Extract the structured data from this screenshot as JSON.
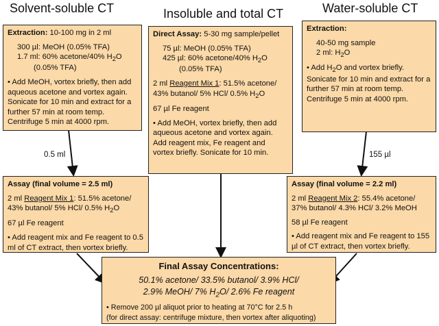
{
  "headings": {
    "solvent": "Solvent-soluble CT",
    "insoluble": "Insoluble and total CT",
    "water": "Water-soluble CT"
  },
  "solvent_extraction": {
    "label": "Extraction:",
    "amount": " 10-100 mg in 2 ml",
    "meoh": "300 µl: MeOH (0.05% TFA)",
    "acetone_pre": "1.7 ml: 60% acetone/40% H",
    "acetone_post": "O",
    "tfa": "(0.05% TFA)",
    "steps": "• Add MeOH, vortex briefly, then add aqueous acetone and vortex again. Sonicate for 10 min and extract for a further 57 min at room temp. Centrifuge 5 min at 4000 rpm."
  },
  "direct_assay": {
    "label": "Direct Assay:",
    "amount": " 5-30 mg sample/pellet",
    "meoh": "75 µl: MeOH (0.05% TFA)",
    "acetone_pre": "425 µl: 60% acetone/40% H",
    "acetone_post": "O",
    "tfa": "(0.05% TFA)",
    "mix_pre": "2 ml ",
    "mix_name": "Reagent Mix 1",
    "mix_post_a": ": 51.5% acetone/ 43% butanol/ 5% HCl/ 0.5% H",
    "mix_post_b": "O",
    "fe": "67 µl Fe reagent",
    "steps": "• Add MeOH, vortex briefly, then add aqueous acetone and vortex again. Add  reagent mix, Fe reagent and vortex briefly. Sonicate for 10 min."
  },
  "water_extraction": {
    "label": "Extraction:",
    "amount": "40-50 mg sample",
    "water_pre": "2 ml: H",
    "water_post": "O",
    "steps_pre": "• Add H",
    "steps_post": "O and vortex briefly. Sonicate for 10 min and extract for a further 57 min at room temp. Centrifuge 5 min at 4000 rpm."
  },
  "assay_left": {
    "label": "Assay (final volume = 2.5 ml)",
    "mix_pre": "2 ml ",
    "mix_name": "Reagent Mix 1",
    "mix_post_a": ": 51.5% acetone/ 43% butanol/ 5% HCl/ 0.5% H",
    "mix_post_b": "O",
    "fe": "67 µl Fe reagent",
    "steps": "• Add reagent mix and Fe reagent to 0.5 ml of CT extract, then vortex briefly."
  },
  "assay_right": {
    "label": "Assay (final volume = 2.2 ml)",
    "mix_pre": "2 ml ",
    "mix_name": "Reagent Mix 2",
    "mix_post": ": 55.4% acetone/ 37% butanol/ 4.3% HCl/ 3.2% MeOH",
    "fe": "58 µl Fe reagent",
    "steps": "• Add reagent mix and Fe reagent to 155 µl of CT extract, then vortex briefly."
  },
  "final": {
    "title": "Final Assay Concentrations:",
    "line1": "50.1% acetone/ 33.5% butanol/ 3.9% HCl/",
    "line2_pre": "2.9% MeOH/ 7% H",
    "line2_post": "O/ 2.6% Fe reagent",
    "step1": "• Remove 200 µl aliquot prior to heating at 70°C for 2.5 h",
    "step2": "(for direct assay: centrifuge mixture, then vortex after aliquoting)"
  },
  "subscript": "2",
  "arrows": {
    "left_volume": "0.5 ml",
    "right_volume": "155 µl"
  }
}
